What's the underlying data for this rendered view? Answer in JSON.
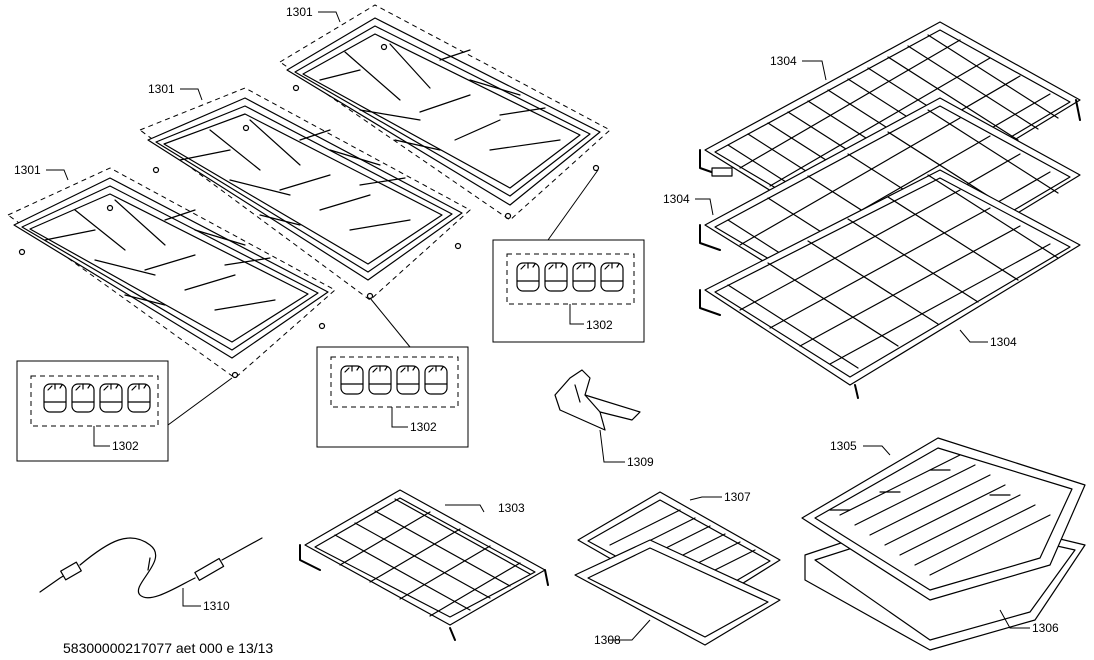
{
  "footer": "58300000217077 aet 000 e 13/13",
  "labels": {
    "grate_right": "1301",
    "grate_middle": "1301",
    "grate_left": "1301",
    "feet_left": "1302",
    "feet_middle": "1302",
    "feet_right": "1302",
    "rack_top": "1304",
    "rack_mid": "1304",
    "rack_bottom": "1304",
    "sliding_rack": "1303",
    "bracket": "1309",
    "broiler_large": "1305",
    "broiler_pan_large": "1306",
    "broiler_small": "1307",
    "broiler_pan_small": "1308",
    "probe": "1310"
  }
}
